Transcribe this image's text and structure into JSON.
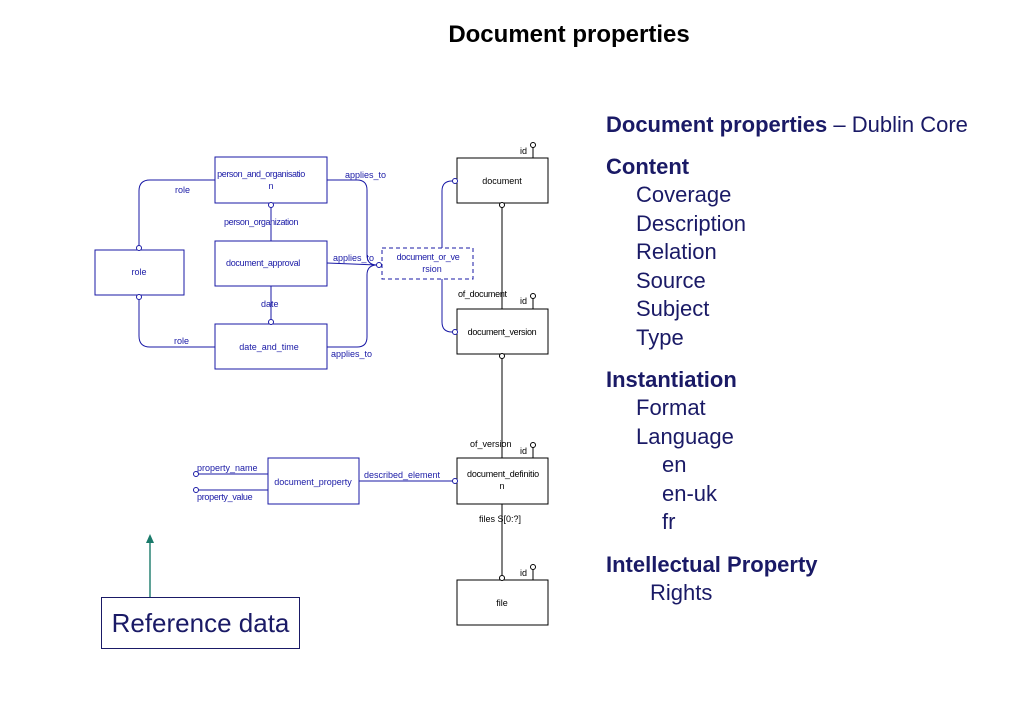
{
  "title": "Document properties",
  "diagram": {
    "entities": {
      "person_and_organisation_l1": "person_and_organisatio",
      "person_and_organisation_l2": "n",
      "document_approval": "document_approval",
      "date_and_time": "date_and_time",
      "role": "role",
      "document_or_version_l1": "document_or_ve",
      "document_or_version_l2": "rsion",
      "document": "document",
      "document_version": "document_version",
      "document_definition_l1": "document_definitio",
      "document_definition_l2": "n",
      "file": "file",
      "document_property": "document_property"
    },
    "relations": {
      "role_top": "role",
      "role_bottom": "role",
      "person_organization": "person_organization",
      "date": "date",
      "applies_to_1": "applies_to",
      "applies_to_2": "applies_to",
      "applies_to_3": "applies_to",
      "of_document": "of_document",
      "of_version": "of_version",
      "files": "files S[0:?]",
      "described_element": "described_element",
      "property_name": "property_name",
      "property_value": "property_value",
      "id_document": "id",
      "id_version": "id",
      "id_definition": "id",
      "id_file": "id"
    }
  },
  "reference_label": "Reference data",
  "panel": {
    "heading_bold": "Document properties",
    "heading_rest": " – Dublin Core",
    "content_title": "Content",
    "content_items": [
      "Coverage",
      "Description",
      "Relation",
      "Source",
      "Subject",
      "Type"
    ],
    "instantiation_title": "Instantiation",
    "format": "Format",
    "language": "Language",
    "languages": [
      "en",
      "en-uk",
      "fr"
    ],
    "ip_title": "Intellectual Property",
    "rights": "Rights"
  },
  "colors": {
    "diagram_blue": "#1a1aa6",
    "panel_navy": "#1a1a66",
    "arrow_teal": "#1a7a6a"
  }
}
